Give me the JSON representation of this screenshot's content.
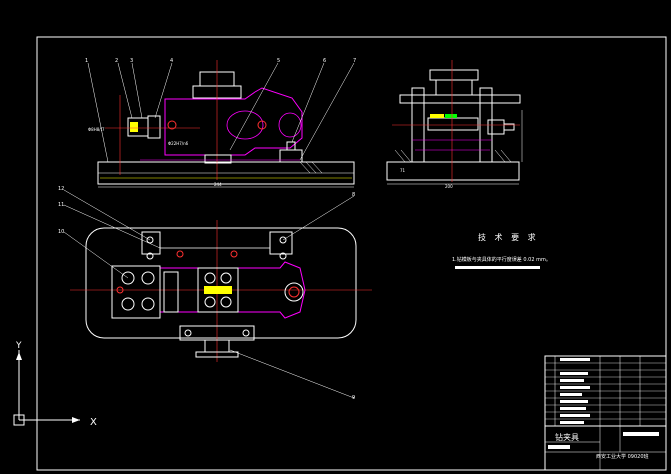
{
  "drawing": {
    "tech_requirements_title": "技 术 要 求",
    "tech_requirements_line1": "1.钻模板与夹具体的平行度误差 0.02 mm。",
    "callouts": [
      "1",
      "2",
      "3",
      "4",
      "5",
      "6",
      "7",
      "8",
      "9",
      "10",
      "11",
      "12"
    ],
    "dim_front_width": "244",
    "dim_side_width": "200",
    "dim_height_small": "71",
    "label_front_left": "Φ8H8/f7",
    "label_front_mid": "Φ22H7/n6",
    "ucs_x": "X",
    "ucs_y": "Y",
    "title_block_name": "钻夹具",
    "title_block_school": "西安工业大学 09020班",
    "colors": {
      "background": "#000000",
      "white": "#ffffff",
      "magenta": "#ff00ff",
      "red": "#ff3030",
      "yellow": "#ffff00",
      "green": "#00ff00",
      "cyan": "#00ffff"
    }
  }
}
